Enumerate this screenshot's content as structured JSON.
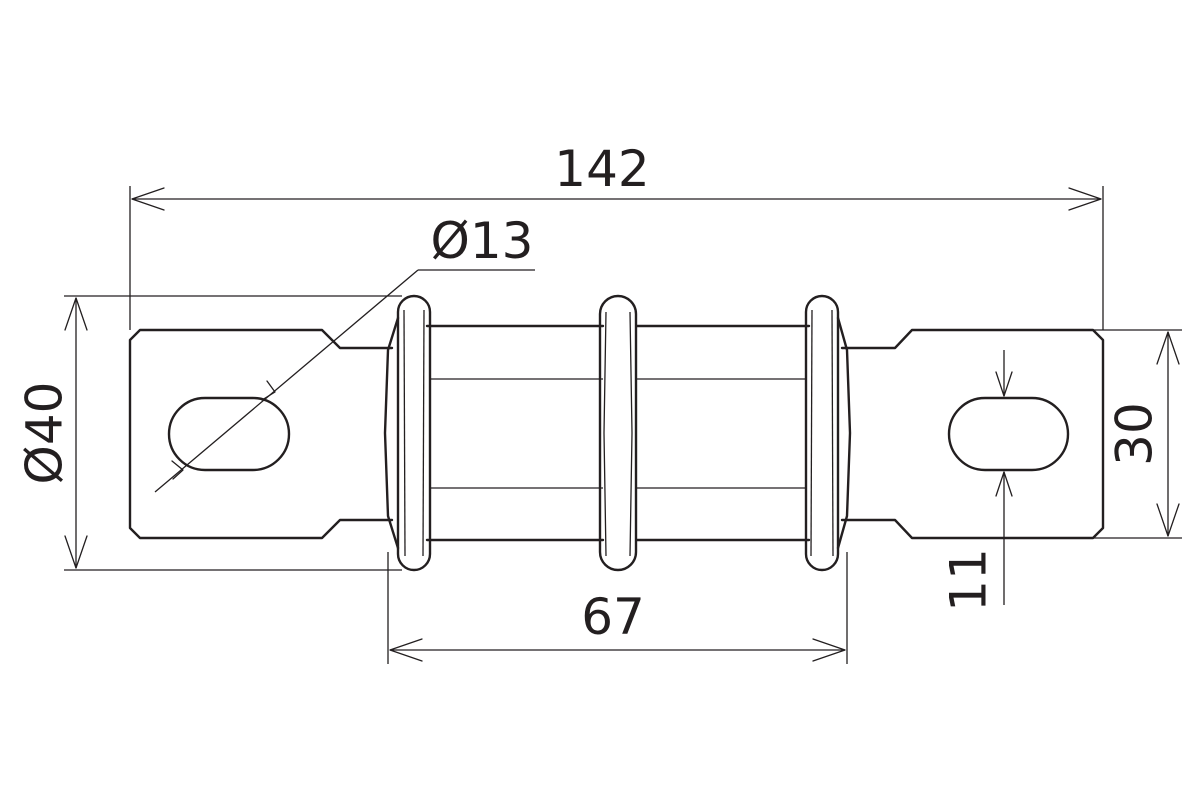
{
  "drawing": {
    "line_color": "#231f20",
    "background": "#ffffff",
    "dimensions": {
      "overall_length": "142",
      "hole_diameter": "Ø13",
      "shed_diameter": "Ø40",
      "body_length": "67",
      "lug_height": "30",
      "hole_width": "11"
    }
  }
}
